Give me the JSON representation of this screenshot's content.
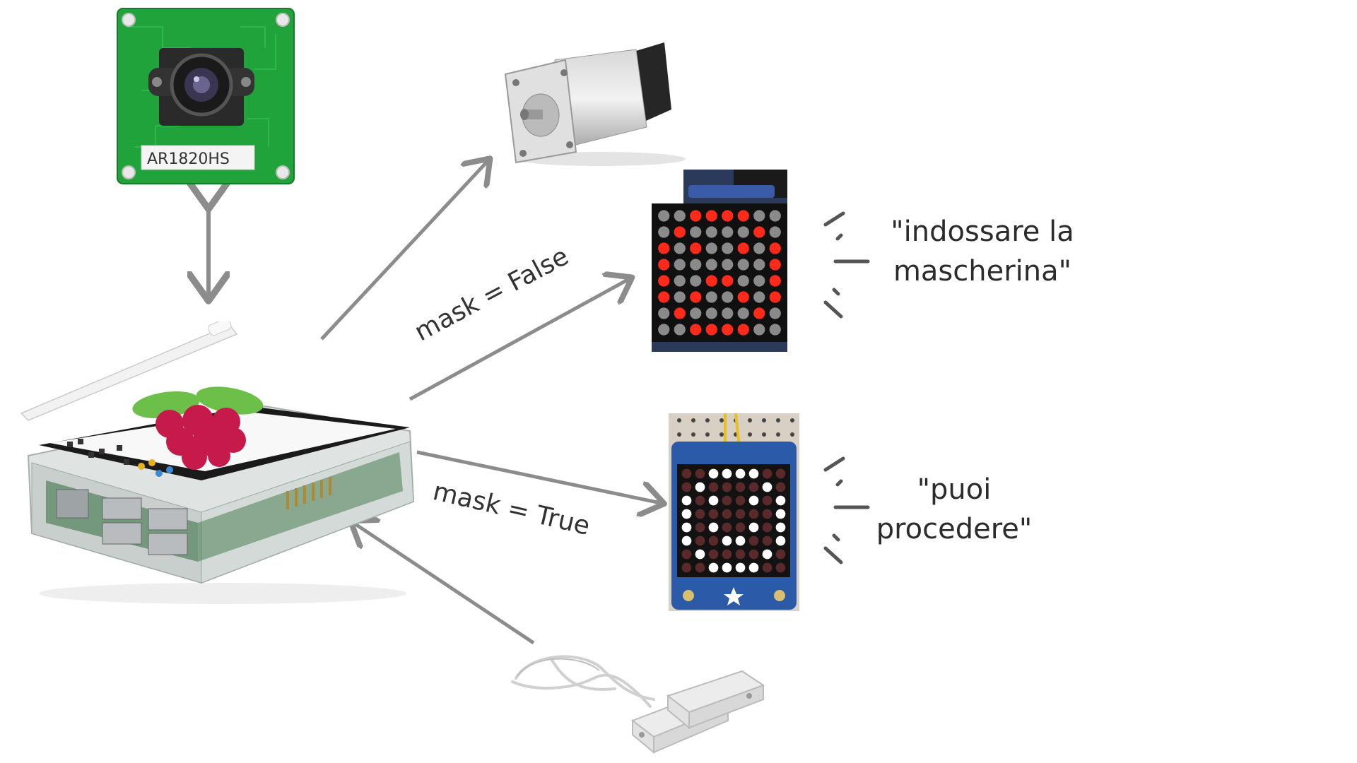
{
  "camera": {
    "board_label": "AR1820HS"
  },
  "edges": {
    "mask_false_label": "mask = False",
    "mask_true_label": "mask = True"
  },
  "messages": {
    "mask_false_line1": "\"indossare la",
    "mask_false_line2": "mascherina\"",
    "mask_true_line1": "\"puoi",
    "mask_true_line2": "procedere\""
  },
  "matrix_false": {
    "led_color": "#ff2a1a",
    "off_color": "#8a8a8a",
    "pattern": [
      "..####..",
      ".#....#.",
      "#.#..#.#",
      "#......#",
      "#..##..#",
      "#.#..#.#",
      ".#....#.",
      "..####.."
    ]
  },
  "matrix_true": {
    "led_color": "#ffffff",
    "off_color": "#5a2a2a",
    "pattern": [
      "..####..",
      ".#....#.",
      "#.#..#.#",
      "#......#",
      "#.#..#.#",
      "#..##..#",
      ".#....#.",
      "..####.."
    ]
  },
  "colors": {
    "arrow": "#8c8c8c",
    "pcb_green": "#1fa33a",
    "raspberry": "#c51a4a",
    "leaf": "#6cc04a"
  }
}
